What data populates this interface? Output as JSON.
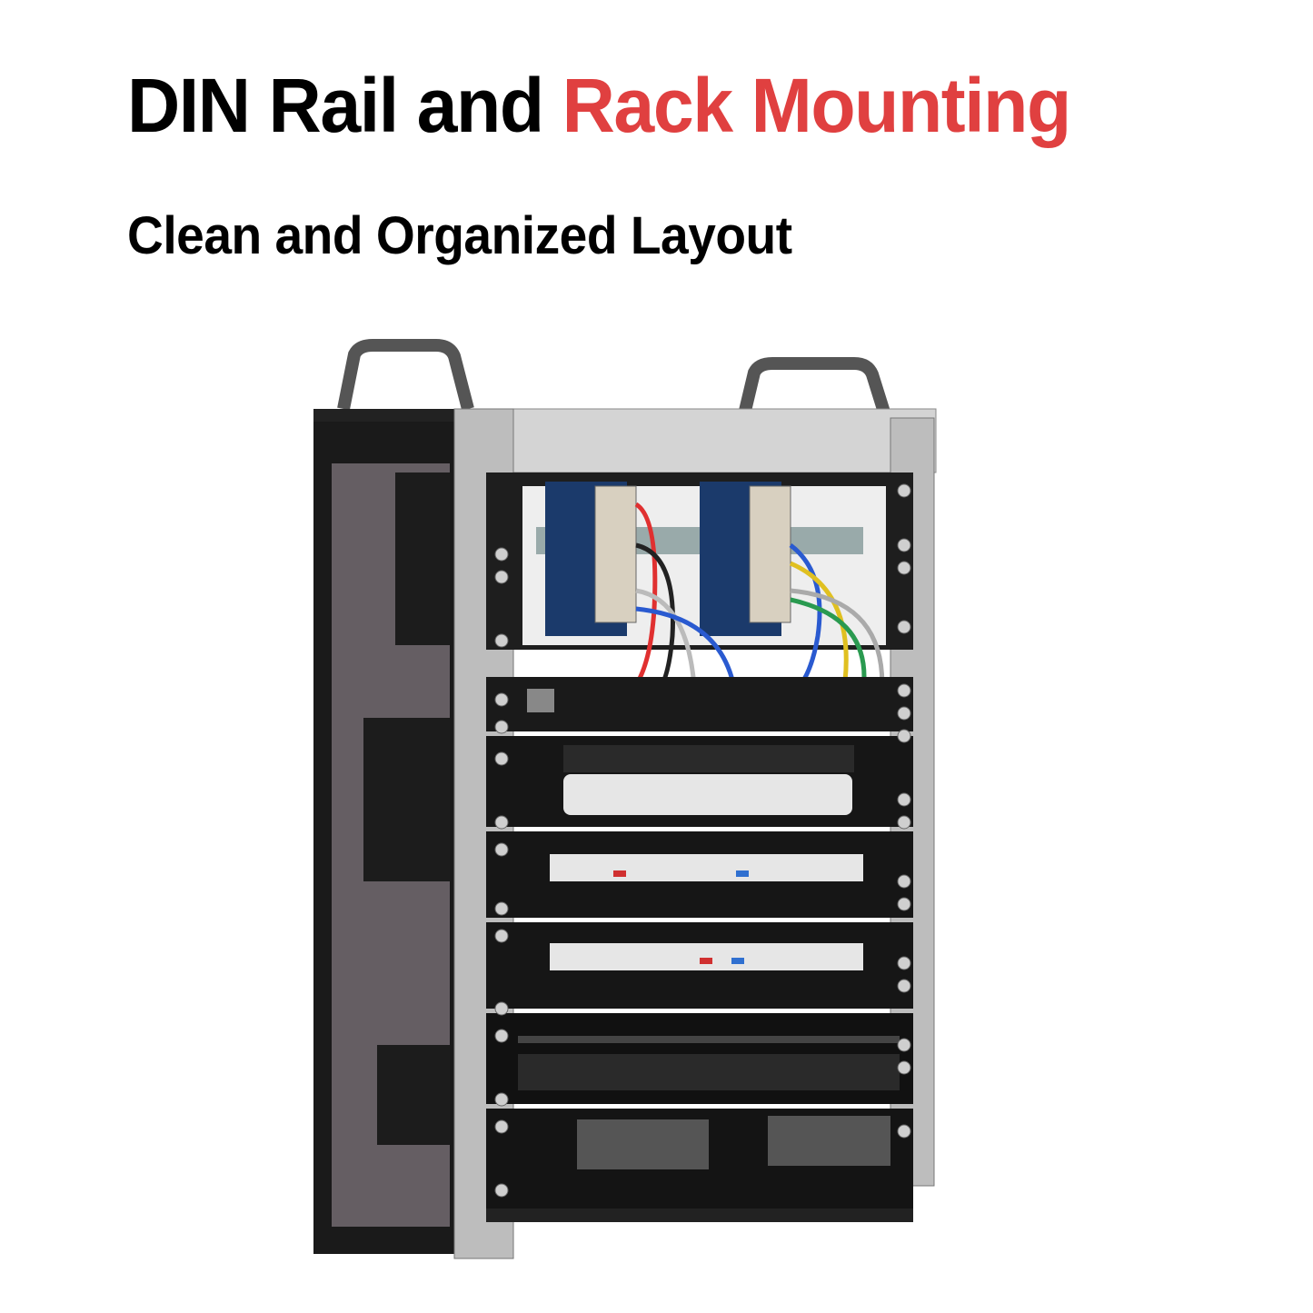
{
  "heading": {
    "part1": "DIN Rail and",
    "part2": "Rack Mounting",
    "accent_color": "#e04040"
  },
  "subheading": "Clean and Organized Layout",
  "product_image": {
    "subject": "open-frame-rack-with-din-rail-modules-mini-pcs-and-drive-bays"
  }
}
